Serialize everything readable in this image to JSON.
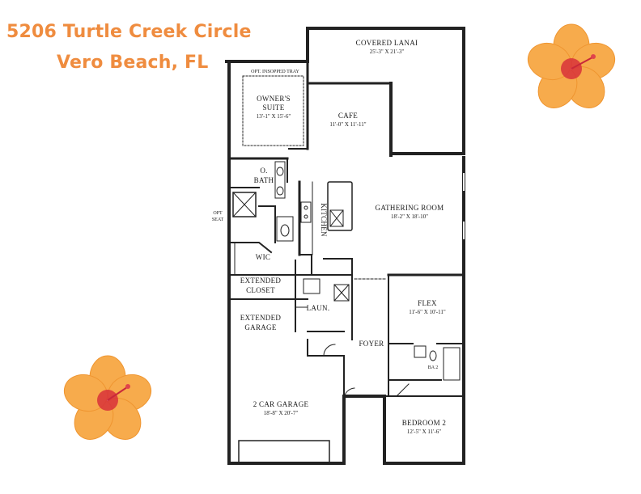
{
  "header": {
    "address_line1": "5206 Turtle Creek Circle",
    "address_line2": "Vero Beach, FL",
    "text_color": "#ef8c3f"
  },
  "rooms": {
    "covered_lanai": {
      "name": "COVERED LANAI",
      "size": "25'-3\" X 21'-3\""
    },
    "owners_suite": {
      "name_line1": "OWNER'S",
      "name_line2": "SUITE",
      "size": "13'-1\" X 15'-6\"",
      "tray": "OPT. INSOPPED TRAY"
    },
    "cafe": {
      "name": "CAFE",
      "size": "11'-0\" X 11'-11\""
    },
    "owners_bath": {
      "name_line1": "O.",
      "name_line2": "BATH"
    },
    "gathering_room": {
      "name": "GATHERING ROOM",
      "size": "18'-2\" X 18'-10\""
    },
    "kitchen": {
      "name": "KITCHEN"
    },
    "opt_seat": {
      "name_line1": "OPT",
      "name_line2": "SEAT"
    },
    "wic": {
      "name": "WIC"
    },
    "extended_closet": {
      "name_line1": "EXTENDED",
      "name_line2": "CLOSET"
    },
    "laundry": {
      "name": "LAUN."
    },
    "flex": {
      "name": "FLEX",
      "size": "11'-6\" X 10'-11\""
    },
    "extended_garage": {
      "name_line1": "EXTENDED",
      "name_line2": "GARAGE"
    },
    "foyer": {
      "name": "FOYER"
    },
    "bath2": {
      "name": "BA 2"
    },
    "garage": {
      "name": "2 CAR GARAGE",
      "size": "18'-8\" X 20'-7\""
    },
    "bedroom2": {
      "name": "BEDROOM 2",
      "size": "12'-5\" X 11'-6\""
    }
  },
  "decor": {
    "flower_icon": "hibiscus-flower-icon",
    "petal_color": "#f7a94a",
    "petal_edge": "#f29a2f",
    "center_color": "#d8313a"
  }
}
